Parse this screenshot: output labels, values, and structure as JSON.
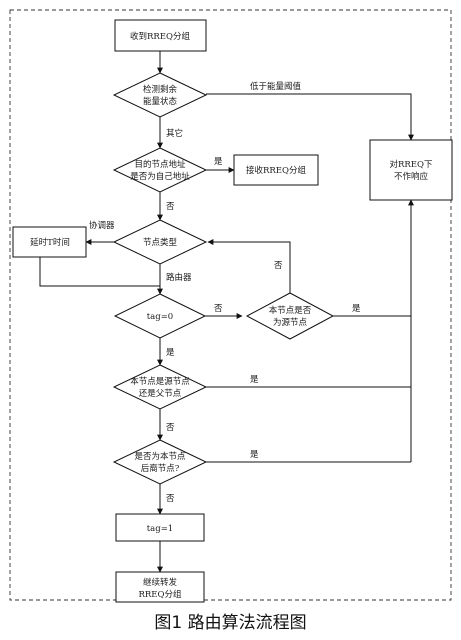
{
  "nodes": {
    "receive": "收到RREQ分组",
    "check_energy": [
      "检测剩余",
      "能量状态"
    ],
    "is_dest": [
      "目的节点地址",
      "是否为自己地址"
    ],
    "accept": "接收RREQ分组",
    "no_response": [
      "对RREQ下",
      "不作响应"
    ],
    "delay": "延时T时间",
    "node_type": "节点类型",
    "tag0": "tag=0",
    "is_source": [
      "本节点是否",
      "为源节点"
    ],
    "is_src_or_parent": [
      "本节点是源节点",
      "还是父节点"
    ],
    "is_descendant": [
      "是否为本节点",
      "后裔节点?"
    ],
    "set_tag": "tag=1",
    "forward": [
      "继续转发",
      "RREQ分组"
    ]
  },
  "edges": {
    "low_energy": "低于能量阈值",
    "other": "其它",
    "yes": "是",
    "no": "否",
    "coordinator": "协调器",
    "router": "路由器"
  },
  "caption": "图1  路由算法流程图"
}
